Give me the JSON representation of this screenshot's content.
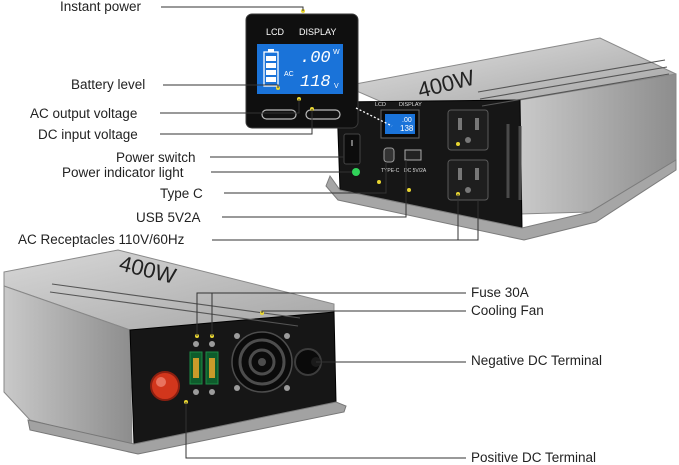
{
  "labels": {
    "instant_power": "Instant power",
    "battery_level": "Battery level",
    "ac_output_voltage": "AC output voltage",
    "dc_input_voltage": "DC input voltage",
    "power_switch": "Power switch",
    "power_indicator_light": "Power indicator light",
    "type_c": "Type C",
    "usb": "USB 5V2A",
    "ac_receptacles": "AC Receptacles 110V/60Hz",
    "fuse": "Fuse 30A",
    "cooling_fan": "Cooling Fan",
    "negative_dc_terminal": "Negative DC Terminal",
    "positive_dc_terminal": "Positive DC Terminal"
  },
  "lcd_zoom": {
    "lcd_label": "LCD",
    "display_label": "DISPLAY",
    "ac_tag": "AC",
    "watts_value": ".00",
    "watts_unit": "W",
    "volts_value": "118",
    "volts_unit": "V"
  },
  "device": {
    "model_text": "400W",
    "lcd_label": "LCD",
    "display_label": "DISPLAY",
    "small_watts": ".00",
    "small_volts": "138",
    "typec_label": "TYPE-C",
    "usb_label": "DC 5V/2A"
  },
  "rear": {
    "model_text": "400W"
  },
  "colors": {
    "lcd_blue": "#1a73d9",
    "panel_black": "#161616",
    "body_silver": "#b9b9b9",
    "terminal_red": "#d2361c"
  }
}
